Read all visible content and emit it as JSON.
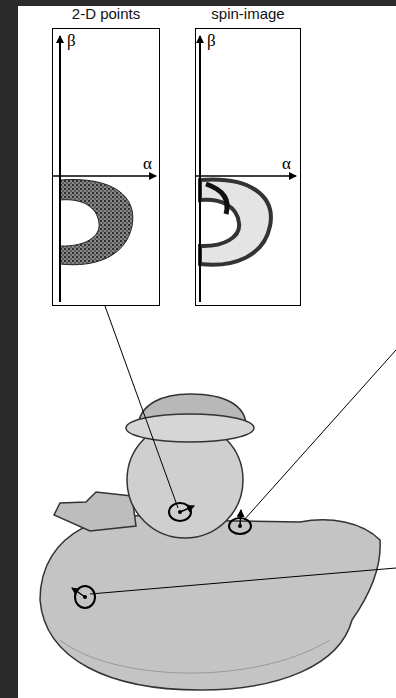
{
  "diagram": {
    "nodes": [
      {
        "text": [
          "2-D points"
        ]
      },
      {
        "text": [
          "spin-image"
        ]
      }
    ],
    "labels": [
      "β",
      "α",
      "β",
      "α"
    ]
  }
}
